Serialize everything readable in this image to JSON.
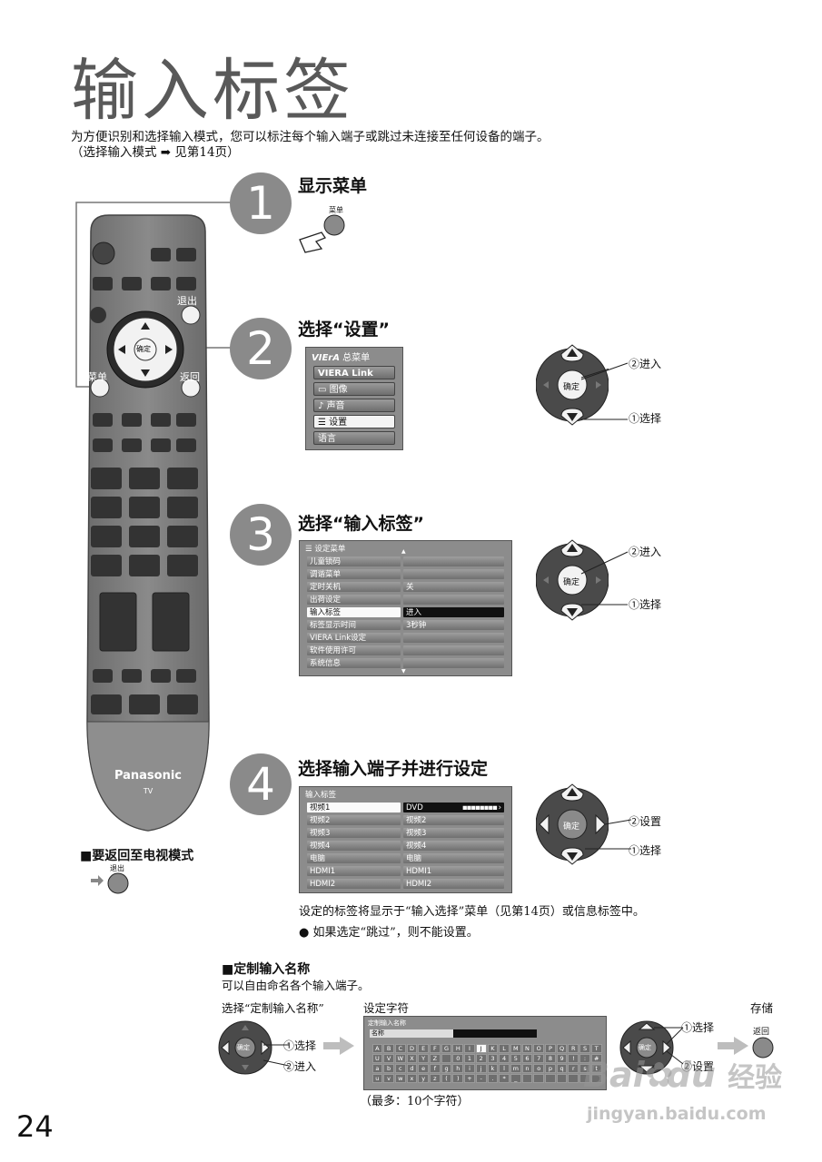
{
  "title": "输入标签",
  "intro_line1": "为方便识别和选择输入模式，您可以标注每个输入端子或跳过未连接至任何设备的端子。",
  "intro_line2": "（选择输入模式 ➡ 见第14页）",
  "remote": {
    "exit_label": "退出",
    "ok_label": "确定",
    "menu_label": "菜单",
    "return_label": "返回",
    "brand": "Panasonic",
    "tv": "TV"
  },
  "step1": {
    "num": "1",
    "title": "显示菜单",
    "button_label": "菜单"
  },
  "step2": {
    "num": "2",
    "title": "选择“设置”",
    "menu": {
      "header": "总菜单",
      "brand": "VIErA",
      "items": [
        "VIERA Link",
        "图像",
        "声音",
        "设置",
        "语言"
      ],
      "selected_index": 3
    },
    "dpad": {
      "ok": "确定",
      "enter": "②进入",
      "select": "①选择"
    }
  },
  "step3": {
    "num": "3",
    "title": "选择“输入标签”",
    "menu": {
      "header": "设定菜单",
      "rows": [
        {
          "label": "儿童锁码",
          "value": ""
        },
        {
          "label": "调谐菜单",
          "value": ""
        },
        {
          "label": "定时关机",
          "value": "关"
        },
        {
          "label": "出荷设定",
          "value": ""
        },
        {
          "label": "输入标签",
          "value": "进入"
        },
        {
          "label": "标签显示时间",
          "value": "3秒钟"
        },
        {
          "label": "VIERA Link设定",
          "value": ""
        },
        {
          "label": "软件使用许可",
          "value": ""
        },
        {
          "label": "系统信息",
          "value": ""
        }
      ],
      "selected_index": 4
    },
    "dpad": {
      "ok": "确定",
      "enter": "②进入",
      "select": "①选择"
    }
  },
  "step4": {
    "num": "4",
    "title": "选择输入端子并进行设定",
    "menu": {
      "header": "输入标签",
      "rows": [
        {
          "label": "视频1",
          "value": "DVD"
        },
        {
          "label": "视频2",
          "value": "视频2"
        },
        {
          "label": "视频3",
          "value": "视频3"
        },
        {
          "label": "视频4",
          "value": "视频4"
        },
        {
          "label": "电脑",
          "value": "电脑"
        },
        {
          "label": "HDMI1",
          "value": "HDMI1"
        },
        {
          "label": "HDMI2",
          "value": "HDMI2"
        }
      ],
      "selected_index": 0
    },
    "dpad": {
      "ok": "确定",
      "set": "②设置",
      "select": "①选择"
    },
    "note1": "设定的标签将显示于“输入选择”菜单（见第14页）或信息标签中。",
    "note2": "● 如果选定“跳过”，则不能设置。"
  },
  "return_tv": {
    "label": "■要返回至电视模式",
    "button": "退出"
  },
  "custom": {
    "heading": "■定制输入名称",
    "desc": "可以自由命名各个输入端子。",
    "col1": "选择“定制输入名称”",
    "col2": "设定字符",
    "col3": "存储",
    "dpad_left": {
      "ok": "确定",
      "select": "①选择",
      "enter": "②进入"
    },
    "dpad_right": {
      "ok": "确定",
      "select": "①选择",
      "set": "②设置"
    },
    "keyboard": {
      "header": "定制输入名称",
      "name_label": "名称",
      "rows": [
        [
          "A",
          "B",
          "C",
          "D",
          "E",
          "F",
          "G",
          "H",
          "I",
          "J",
          "K",
          "L",
          "M",
          "N",
          "O",
          "P",
          "Q",
          "R",
          "S",
          "T"
        ],
        [
          "U",
          "V",
          "W",
          "X",
          "Y",
          "Z",
          " ",
          "0",
          "1",
          "2",
          "3",
          "4",
          "5",
          "6",
          "7",
          "8",
          "9",
          "!",
          ":",
          "#"
        ],
        [
          "a",
          "b",
          "c",
          "d",
          "e",
          "f",
          "g",
          "h",
          "i",
          "j",
          "k",
          "l",
          "m",
          "n",
          "o",
          "p",
          "q",
          "r",
          "s",
          "t"
        ],
        [
          "u",
          "v",
          "w",
          "x",
          "y",
          "z",
          "(",
          ")",
          "+",
          "-",
          ".",
          "*",
          "_",
          " ",
          " ",
          " ",
          " ",
          " ",
          " ",
          " "
        ]
      ],
      "selected": "J"
    },
    "max_note": "（最多：10个字符）",
    "return_button": "返回"
  },
  "page_number": "24",
  "watermark": {
    "text1": "Bai",
    "text2": "du",
    "text3": "经验",
    "url": "jingyan.baidu.com"
  }
}
